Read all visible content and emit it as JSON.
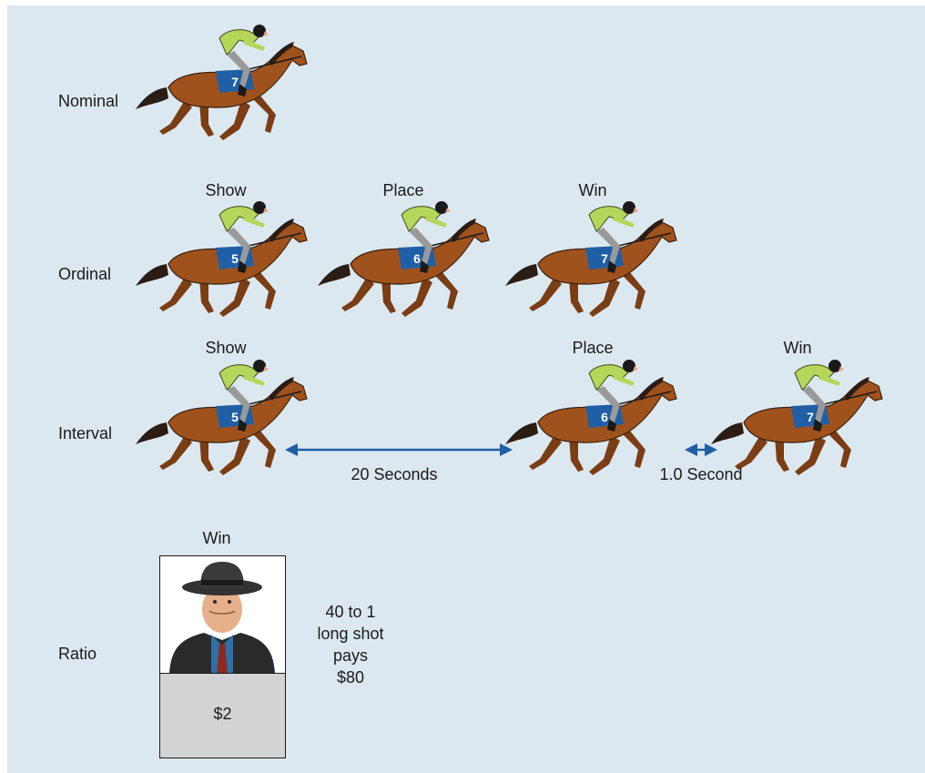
{
  "rows": {
    "nominal": {
      "label": "Nominal",
      "horse_number": "7"
    },
    "ordinal": {
      "label": "Ordinal",
      "positions": [
        {
          "label": "Show",
          "horse_number": "5"
        },
        {
          "label": "Place",
          "horse_number": "6"
        },
        {
          "label": "Win",
          "horse_number": "7"
        }
      ]
    },
    "interval": {
      "label": "Interval",
      "positions": [
        {
          "label": "Show",
          "horse_number": "5"
        },
        {
          "label": "Place",
          "horse_number": "6"
        },
        {
          "label": "Win",
          "horse_number": "7"
        }
      ],
      "gaps": [
        "20 Seconds",
        "1.0 Second"
      ]
    },
    "ratio": {
      "label": "Ratio",
      "ticket_label": "Win",
      "ticket_amount": "$2",
      "payout_lines": [
        "40 to 1",
        "long shot",
        "pays",
        "$80"
      ]
    }
  },
  "colors": {
    "background": "#dce8f0",
    "horse_coat": "#a0521c",
    "silks": "#b5d65a",
    "saddle_cloth": "#1f5fa5",
    "arrow": "#1f5fa5"
  }
}
